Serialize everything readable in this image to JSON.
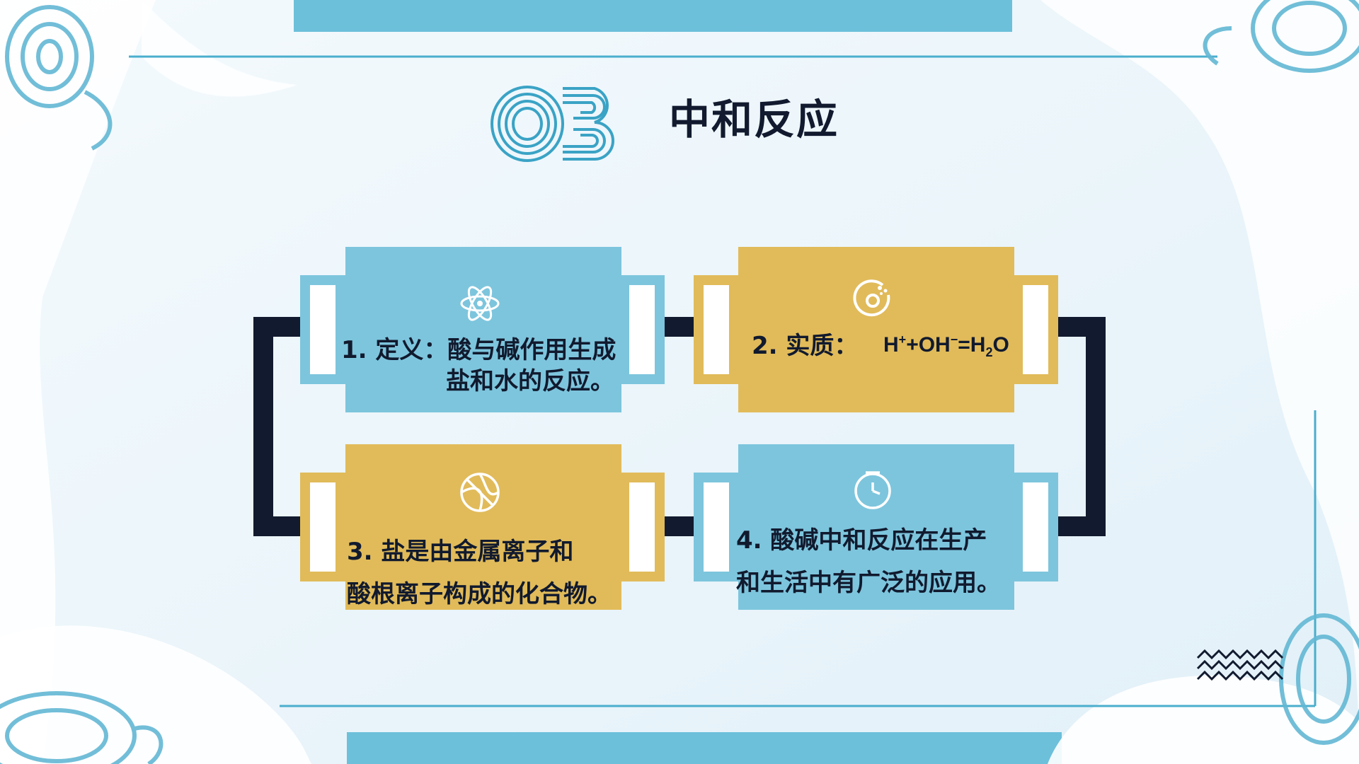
{
  "slide": {
    "number": "03",
    "title": "中和反应"
  },
  "cards": [
    {
      "line1": "1. 定义：酸与碱作用生成",
      "line2": "盐和水的反应。",
      "icon": "atom-icon"
    },
    {
      "label": "2. 实质：",
      "formula": {
        "h": "H",
        "plus1": "+",
        "plus_op": "+",
        "oh": "OH",
        "minus": "−",
        "eq": "=",
        "h2": "H",
        "sub2": "2",
        "o": "O"
      },
      "icon": "donut-icon"
    },
    {
      "line1": "3. 盐是由金属离子和",
      "line2": "酸根离子构成的化合物。",
      "icon": "basketball-icon"
    },
    {
      "line1": "4. 酸碱中和反应在生产",
      "line2": "和生活中有广泛的应用。",
      "icon": "clock-icon"
    }
  ],
  "colors": {
    "blue": "#7dc5dd",
    "gold": "#e1bb5a",
    "navy": "#111a2e",
    "accent": "#3aa3c5"
  }
}
